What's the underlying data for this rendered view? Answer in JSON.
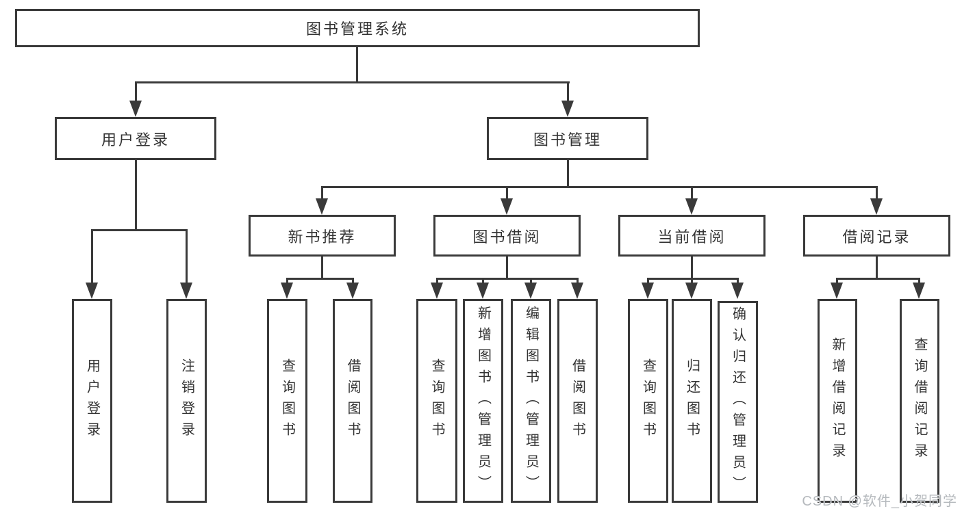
{
  "colors": {
    "line": "#3a3a3a",
    "text": "#333333",
    "background": "#ffffff",
    "watermark": "#b5b9bd"
  },
  "watermark": "CSDN @软件_小贺同学",
  "tree": {
    "root": "图书管理系统",
    "user_login": {
      "label": "用户登录",
      "children": [
        "用户登录",
        "注销登录"
      ]
    },
    "book_mgmt": {
      "label": "图书管理",
      "sections": [
        {
          "label": "新书推荐",
          "children": [
            "查询图书",
            "借阅图书"
          ]
        },
        {
          "label": "图书借阅",
          "children": [
            "查询图书",
            "新增图书（管理员）",
            "编辑图书（管理员）",
            "借阅图书"
          ]
        },
        {
          "label": "当前借阅",
          "children": [
            "查询图书",
            "归还图书",
            "确认归还（管理员）"
          ]
        },
        {
          "label": "借阅记录",
          "children": [
            "新增借阅记录",
            "查询借阅记录"
          ]
        }
      ]
    }
  }
}
